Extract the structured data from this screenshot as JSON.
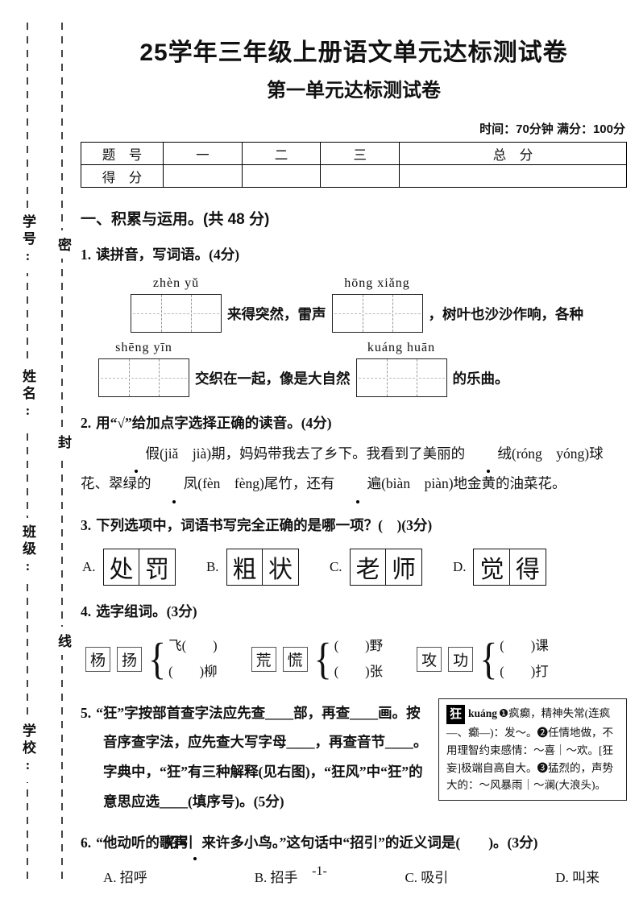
{
  "page": {
    "title": "25学年三年级上册语文单元达标测试卷",
    "subtitle": "第一单元达标测试卷",
    "meta": "时间：70分钟  满分：100分",
    "footer": "-1-"
  },
  "sidebar": {
    "fields": [
      "学号:",
      "姓名:",
      "班级:",
      "学校:"
    ],
    "seal_chars": [
      "密",
      "封",
      "线"
    ]
  },
  "score_table": {
    "header": [
      "题　号",
      "一",
      "二",
      "三",
      "总　分"
    ],
    "row_label": "得　分"
  },
  "section1": {
    "title": "一、积累与运用。(共 48 分)"
  },
  "q1": {
    "num": "1.",
    "text": "读拼音，写词语。(4分)",
    "pinyin1": "zhèn   yǔ",
    "after1": "来得突然，雷声",
    "pinyin2": "hōng xiǎng",
    "after2": "，树叶也沙沙作响，各种",
    "pinyin3": "shēng   yīn",
    "after3": "交织在一起，像是大自然",
    "pinyin4": "kuáng huān",
    "after4": "的乐曲。"
  },
  "q2": {
    "num": "2.",
    "text": "用“√”给加点字选择正确的读音。(4分)",
    "d1": "假",
    "t1": "(jiǎ　jià)期，妈妈带我去了乡下。我看到了美丽的",
    "d2": "绒",
    "t2": "(róng　yóng)球花、翠绿的",
    "d3": "凤",
    "t3": "(fèn　fèng)尾竹，还有",
    "d4": "遍",
    "t4": "(biàn　piàn)地金黄的油菜花。"
  },
  "q3": {
    "num": "3.",
    "text": "下列选项中，词语书写完全正确的是哪一项？(　)(3分)",
    "options": [
      {
        "label": "A.",
        "chars": [
          "处",
          "罚"
        ]
      },
      {
        "label": "B.",
        "chars": [
          "粗",
          "状"
        ]
      },
      {
        "label": "C.",
        "chars": [
          "老",
          "师"
        ]
      },
      {
        "label": "D.",
        "chars": [
          "觉",
          "得"
        ]
      }
    ]
  },
  "q4": {
    "num": "4.",
    "text": "选字组词。(3分)",
    "brace": "{",
    "groups": [
      {
        "chars": [
          "杨",
          "扬"
        ],
        "top": "飞(　　)",
        "bottom": "(　　)柳"
      },
      {
        "chars": [
          "荒",
          "慌"
        ],
        "top": "(　　)野",
        "bottom": "(　　)张"
      },
      {
        "chars": [
          "攻",
          "功"
        ],
        "top": "(　　)课",
        "bottom": "(　　)打"
      }
    ]
  },
  "q5": {
    "num": "5.",
    "text": "“狂”字按部首查字法应先查____部，再查____画。按音序查字法，应先查大写字母____，再查音节____。字典中，“狂”有三种解释(见右图)，“狂风”中“狂”的意思应选____(填序号)。(5分)",
    "dict": {
      "head_char": "狂",
      "pinyin": "kuáng",
      "body": "❶疯癫，精神失常(连疯—、癫—)：发～。❷任情地做，不用理智约束感情：～喜｜～欢。[狂妄]极端自高自大。❸猛烈的，声势大的：～风暴雨｜～澜(大浪头)。"
    }
  },
  "q6": {
    "num": "6.",
    "pre": "“他动听的歌声",
    "dotted": "招引",
    "post": "来许多小鸟。”这句话中“招引”的近义词是(　　)。(3分)",
    "options": [
      "A. 招呼",
      "B. 招手",
      "C. 吸引",
      "D. 叫来"
    ]
  }
}
